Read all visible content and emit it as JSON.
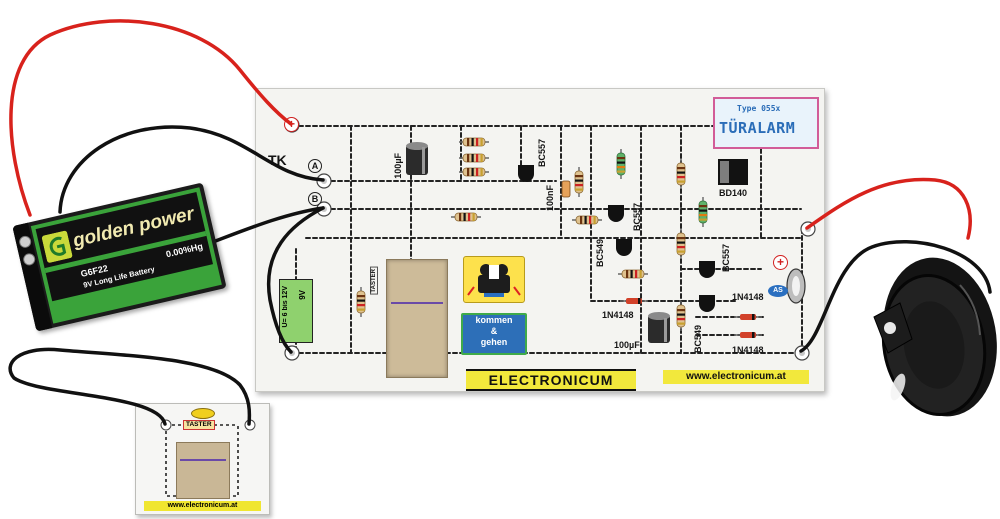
{
  "battery": {
    "brand": "golden power",
    "model": "G6F22",
    "mercury": "0.00%Hg",
    "spec": "9V Long Life Battery"
  },
  "board": {
    "type_label": "Type 055x",
    "title": "TÜRALARM",
    "tk": "TK",
    "terminal_a": "A",
    "terminal_b": "B",
    "plus_left": "+",
    "plus_right": "+",
    "components": {
      "c1": "100µF",
      "t1": "BC557",
      "c2": "100nF",
      "t2": "BC557",
      "t3": "BC549",
      "t4": "BC557",
      "t5": "BD140",
      "d1": "1N4148",
      "d2": "1N4148",
      "d3": "1N4148",
      "t6": "BC549",
      "c3": "100µF"
    },
    "taster": "TASTER",
    "supply": "U= 6 bis 12V",
    "battery_symbol": "9V",
    "mode": {
      "line1": "kommen",
      "line2": "&",
      "line3": "gehen"
    },
    "brand": "ELECTRONICUM",
    "url": "www.electronicum.at",
    "buzzer_symbol": "AS"
  },
  "switch_board": {
    "label": "TASTER",
    "url": "www.electronicum.at"
  },
  "colors": {
    "wire_red": "#d8221c",
    "wire_black": "#111111",
    "battery_green": "#3aa33a",
    "banner_yellow": "#f2e83c",
    "label_blue": "#2b6db8"
  }
}
